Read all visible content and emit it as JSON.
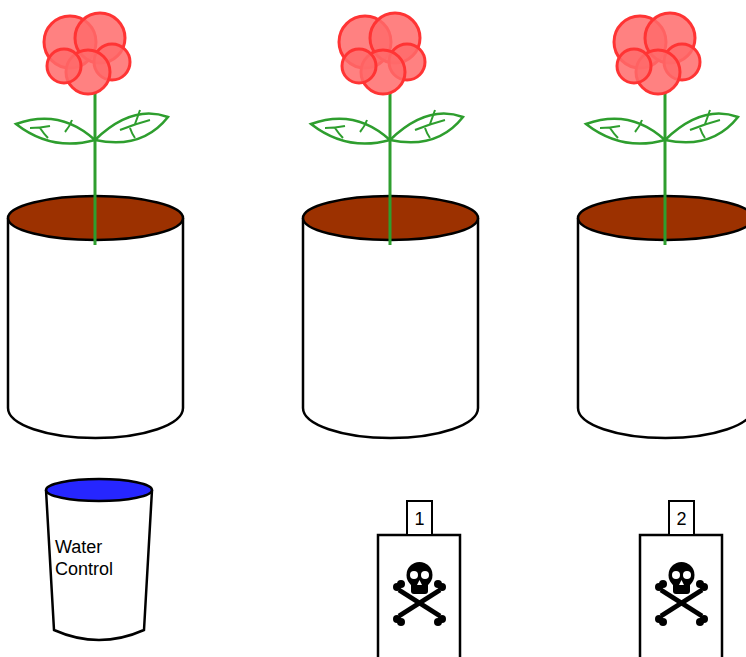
{
  "diagram": {
    "nodes": [
      {
        "text": [
          "Water Control"
        ]
      },
      {
        "text": [
          "1"
        ]
      },
      {
        "text": [
          "2"
        ]
      }
    ]
  }
}
